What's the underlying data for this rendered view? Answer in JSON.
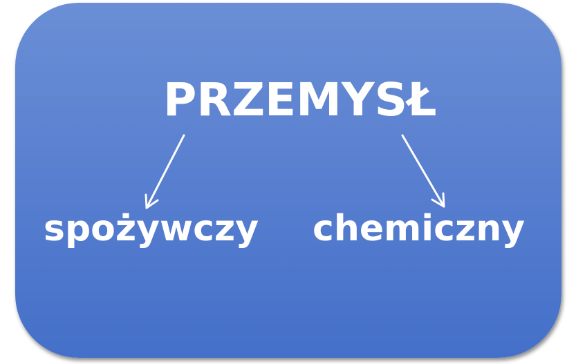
{
  "diagram": {
    "root": "PRZEMYSŁ",
    "children": [
      "spożywczy",
      "chemiczny"
    ],
    "colors": {
      "card_top": "#6a8fd6",
      "card_bottom": "#4470c9",
      "text": "#ffffff",
      "arrow": "#ffffff"
    }
  }
}
